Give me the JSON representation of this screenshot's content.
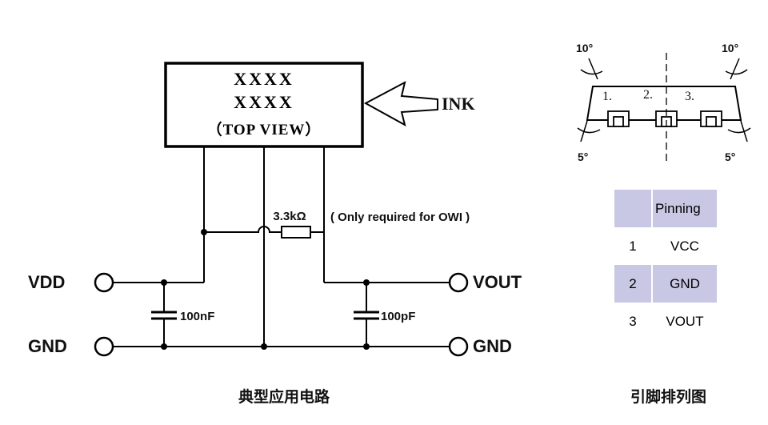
{
  "circuit": {
    "ic": {
      "line1": "XXXX",
      "line2": "XXXX",
      "line3": "（TOP VIEW）"
    },
    "ink_label": "INK",
    "resistor_value": "3.3kΩ",
    "owi_note": "( Only required for OWI )",
    "cap_left_value": "100nF",
    "cap_right_value": "100pF",
    "terminals": {
      "vdd": "VDD",
      "gnd_left": "GND",
      "vout": "VOUT",
      "gnd_right": "GND"
    },
    "caption": "典型应用电路"
  },
  "package": {
    "angles": {
      "top_left": "10°",
      "top_right": "10°",
      "bottom_left": "5°",
      "bottom_right": "5°"
    },
    "pin_marks": [
      "1.",
      "2.",
      "3."
    ],
    "caption": "引脚排列图"
  },
  "pin_table": {
    "header": "Pinning",
    "rows": [
      {
        "pin": "1",
        "name": "VCC"
      },
      {
        "pin": "2",
        "name": "GND"
      },
      {
        "pin": "3",
        "name": "VOUT"
      }
    ],
    "highlight_color": "#c8c7e4"
  }
}
